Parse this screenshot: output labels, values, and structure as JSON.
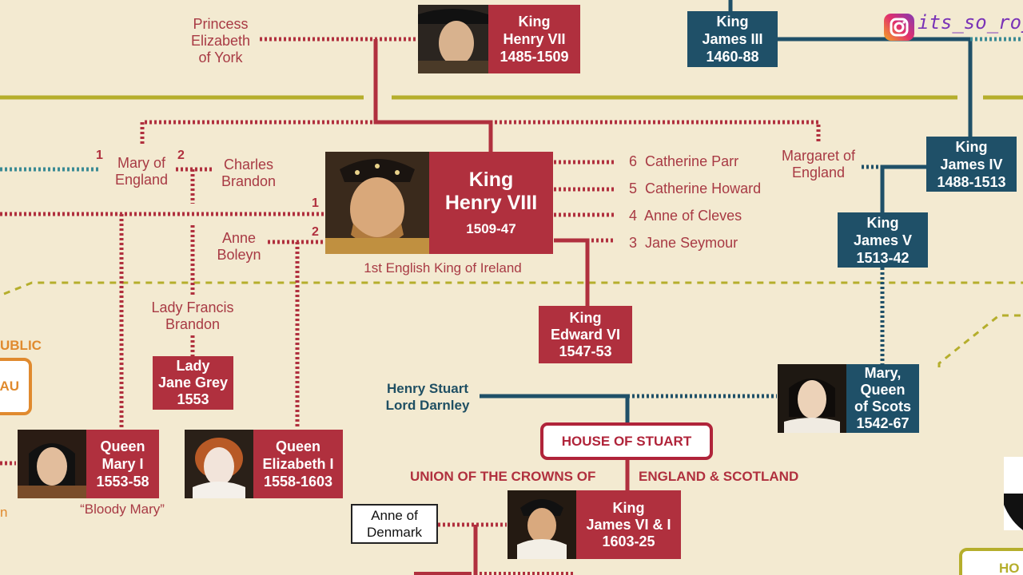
{
  "watermark": {
    "handle": "its_so_roya",
    "icon": "instagram-icon"
  },
  "people": {
    "princess_elizabeth": "Princess\nElizabeth\nof York",
    "henry7": {
      "title": "King\nHenry VII",
      "years": "1485-1509"
    },
    "james3": "King\nJames III\n1460-88",
    "james4": "King\nJames IV\n1488-1513",
    "james5": "King\nJames V\n1513-42",
    "henry8": {
      "title": "King\nHenry VIII",
      "years": "1509-47",
      "caption": "1st English King of Ireland"
    },
    "mary_england": "Mary of\nEngland",
    "charles_brandon": "Charles\nBrandon",
    "margaret": "Margaret of\nEngland",
    "anne_boleyn": "Anne\nBoleyn",
    "lady_francis": "Lady Francis\nBrandon",
    "lady_jane": "Lady\nJane Grey\n1553",
    "edward6": "King\nEdward VI\n1547-53",
    "mary_scots": "Mary,\nQueen\nof Scots\n1542-67",
    "darnley": "Henry Stuart\nLord Darnley",
    "mary1": {
      "title": "Queen\nMary I\n1553-58",
      "nickname": "“Bloody Mary”"
    },
    "elizabeth1": "Queen\nElizabeth I\n1558-1603",
    "james6": "King\nJames VI & I\n1603-25",
    "anne_denmark": "Anne of\nDenmark"
  },
  "wives": [
    {
      "num": "6",
      "name": "Catherine Parr"
    },
    {
      "num": "5",
      "name": "Catherine Howard"
    },
    {
      "num": "4",
      "name": "Anne of Cleves"
    },
    {
      "num": "3",
      "name": "Jane Seymour"
    }
  ],
  "marks": {
    "n1a": "1",
    "n2a": "2",
    "n1b": "1",
    "n2b": "2"
  },
  "house": "HOUSE OF STUART",
  "union": {
    "left": "UNION OF THE CROWNS OF",
    "right": "ENGLAND & SCOTLAND"
  },
  "left_edge": {
    "ublic": "UBLIC",
    "au": "AU",
    "n": "n"
  },
  "right_edge": {
    "ho": "HO"
  },
  "colors": {
    "background": "#f3ead1",
    "red": "#b0303e",
    "navy": "#1f5068",
    "olive": "#b5ae2c",
    "teal": "#3a8a94"
  }
}
